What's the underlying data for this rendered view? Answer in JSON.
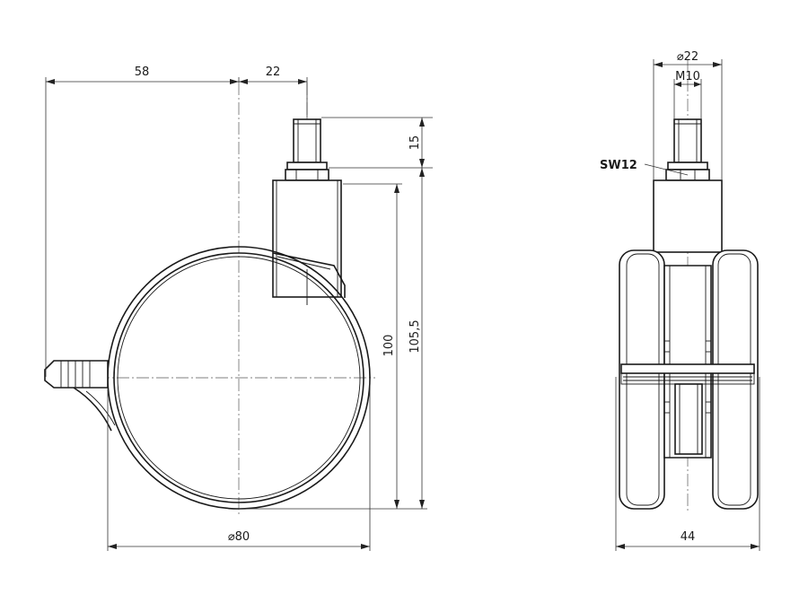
{
  "side_view": {
    "dim_offset": "58",
    "dim_stem_offset": "22",
    "dim_thread": "15",
    "dim_wheel_height": "100",
    "dim_total_height": "105,5",
    "dim_diameter": "⌀80"
  },
  "front_view": {
    "dim_stem_diameter": "⌀22",
    "dim_thread_size": "M10",
    "wrench_label": "SW12",
    "dim_width": "44"
  }
}
